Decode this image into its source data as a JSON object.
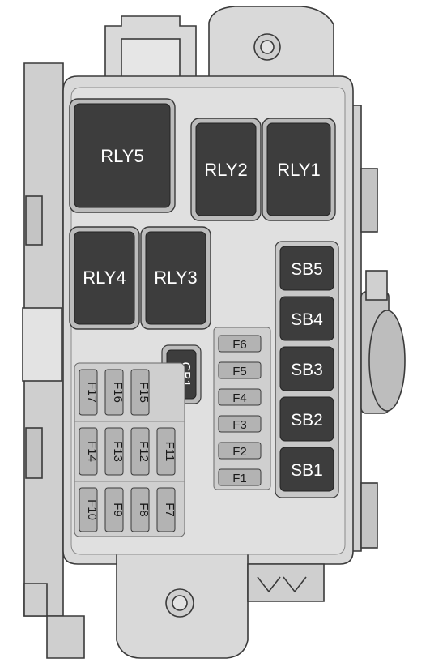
{
  "colors": {
    "housing": "#d9d9d9",
    "housing_dark": "#c6c6c6",
    "outline": "#3a3a3a",
    "relay": "#3d3d3d",
    "fuse": "#b3b3b3"
  },
  "relays": {
    "rly5": "RLY5",
    "rly2": "RLY2",
    "rly1": "RLY1",
    "rly4": "RLY4",
    "rly3": "RLY3"
  },
  "sb_fuses": {
    "sb5": "SB5",
    "sb4": "SB4",
    "sb3": "SB3",
    "sb2": "SB2",
    "sb1": "SB1"
  },
  "circuit_breaker": {
    "cb1": "CB1"
  },
  "right_fuses": {
    "f6": "F6",
    "f5": "F5",
    "f4": "F4",
    "f3": "F3",
    "f2": "F2",
    "f1": "F1"
  },
  "left_fuses": {
    "f17": "F17",
    "f16": "F16",
    "f15": "F15",
    "f14": "F14",
    "f13": "F13",
    "f12": "F12",
    "f11": "F11",
    "f10": "F10",
    "f9": "F9",
    "f8": "F8",
    "f7": "F7"
  }
}
